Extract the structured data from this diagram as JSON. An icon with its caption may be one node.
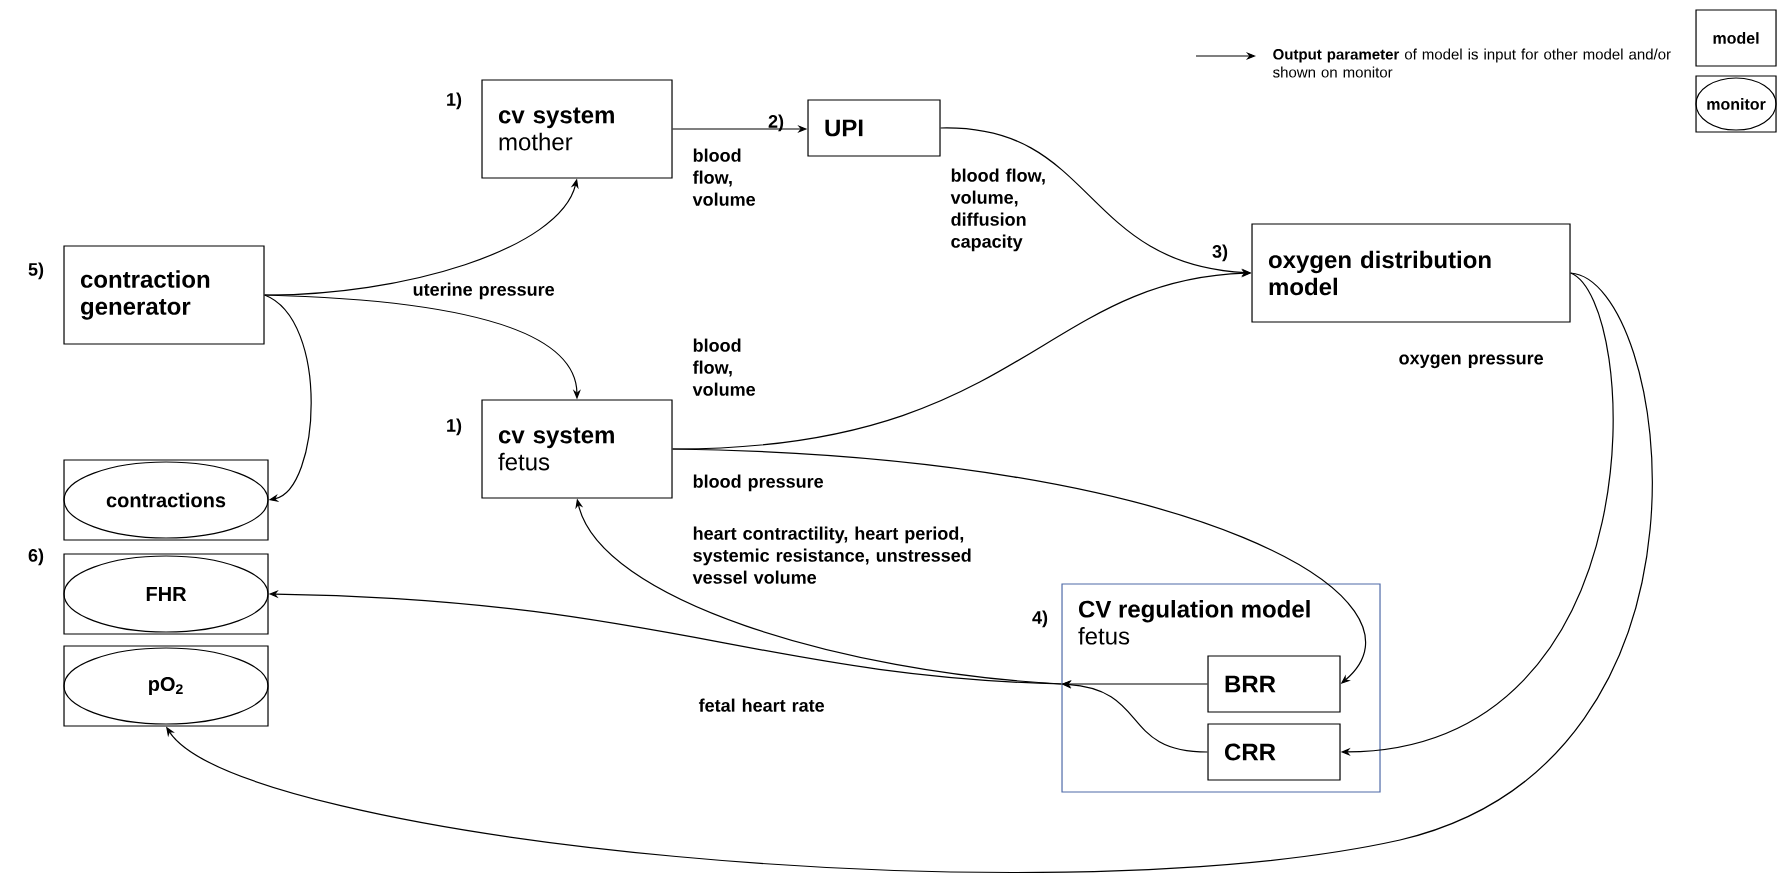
{
  "diagram": {
    "nodes": [
      {
        "text": [
          "cv system",
          "mother"
        ]
      },
      {
        "text": [
          "UPI"
        ]
      },
      {
        "text": [
          "oxygen distribution model"
        ]
      },
      {
        "text": [
          "contraction generator"
        ]
      },
      {
        "text": [
          "cv system",
          "fetus"
        ]
      },
      {
        "text": [
          "contractions"
        ]
      },
      {
        "text": [
          "FHR"
        ]
      },
      {
        "text": [
          "pO$_{2}$"
        ]
      },
      {
        "text": [
          "CV regulation model",
          "fetus"
        ]
      },
      {
        "text": [
          "BRR"
        ],
        "in": 8
      },
      {
        "text": [
          "CRR"
        ],
        "in": 8
      }
    ],
    "edges": [
      {
        "from": 3,
        "to": 0,
        "arrow": "to"
      },
      {
        "from": 3,
        "to": 4,
        "arrow": "to",
        "label": "uterine pressure"
      },
      {
        "from": 3,
        "to": 5,
        "arrow": "to"
      },
      {
        "from": 0,
        "to": 1,
        "arrow": "to",
        "label": "blood flow, volume"
      },
      {
        "from": 1,
        "to": 2,
        "arrow": "to",
        "label": "blood flow, volume, diffusion capacity"
      },
      {
        "from": 4,
        "to": 2,
        "arrow": "to",
        "label": "blood flow, volume"
      },
      {
        "from": 4,
        "to": 9,
        "arrow": "to",
        "label": "blood pressure"
      },
      {
        "from": 2,
        "to": 10,
        "arrow": "to",
        "label": "oxygen pressure"
      },
      {
        "from": 2,
        "to": 7,
        "arrow": "to"
      },
      {
        "from": 9,
        "to": 8,
        "arrow": "to"
      },
      {
        "from": 10,
        "to": 8,
        "arrow": "to"
      },
      {
        "from": 8,
        "to": 4,
        "arrow": "to",
        "label": "heart contractility, heart period, systemic resistance, unstressed vessel volume"
      },
      {
        "from": 8,
        "to": 6,
        "arrow": "to",
        "label": "fetal heart rate"
      }
    ],
    "labels": [
      "1)",
      "2)",
      "3)",
      "5)",
      "1)",
      "6)",
      "4)"
    ],
    "legend": [
      {
        "text": "**Output parameter** of model is input for other model and/or shown on monitor"
      },
      {
        "text": "model"
      },
      {
        "text": "monitor"
      }
    ]
  }
}
